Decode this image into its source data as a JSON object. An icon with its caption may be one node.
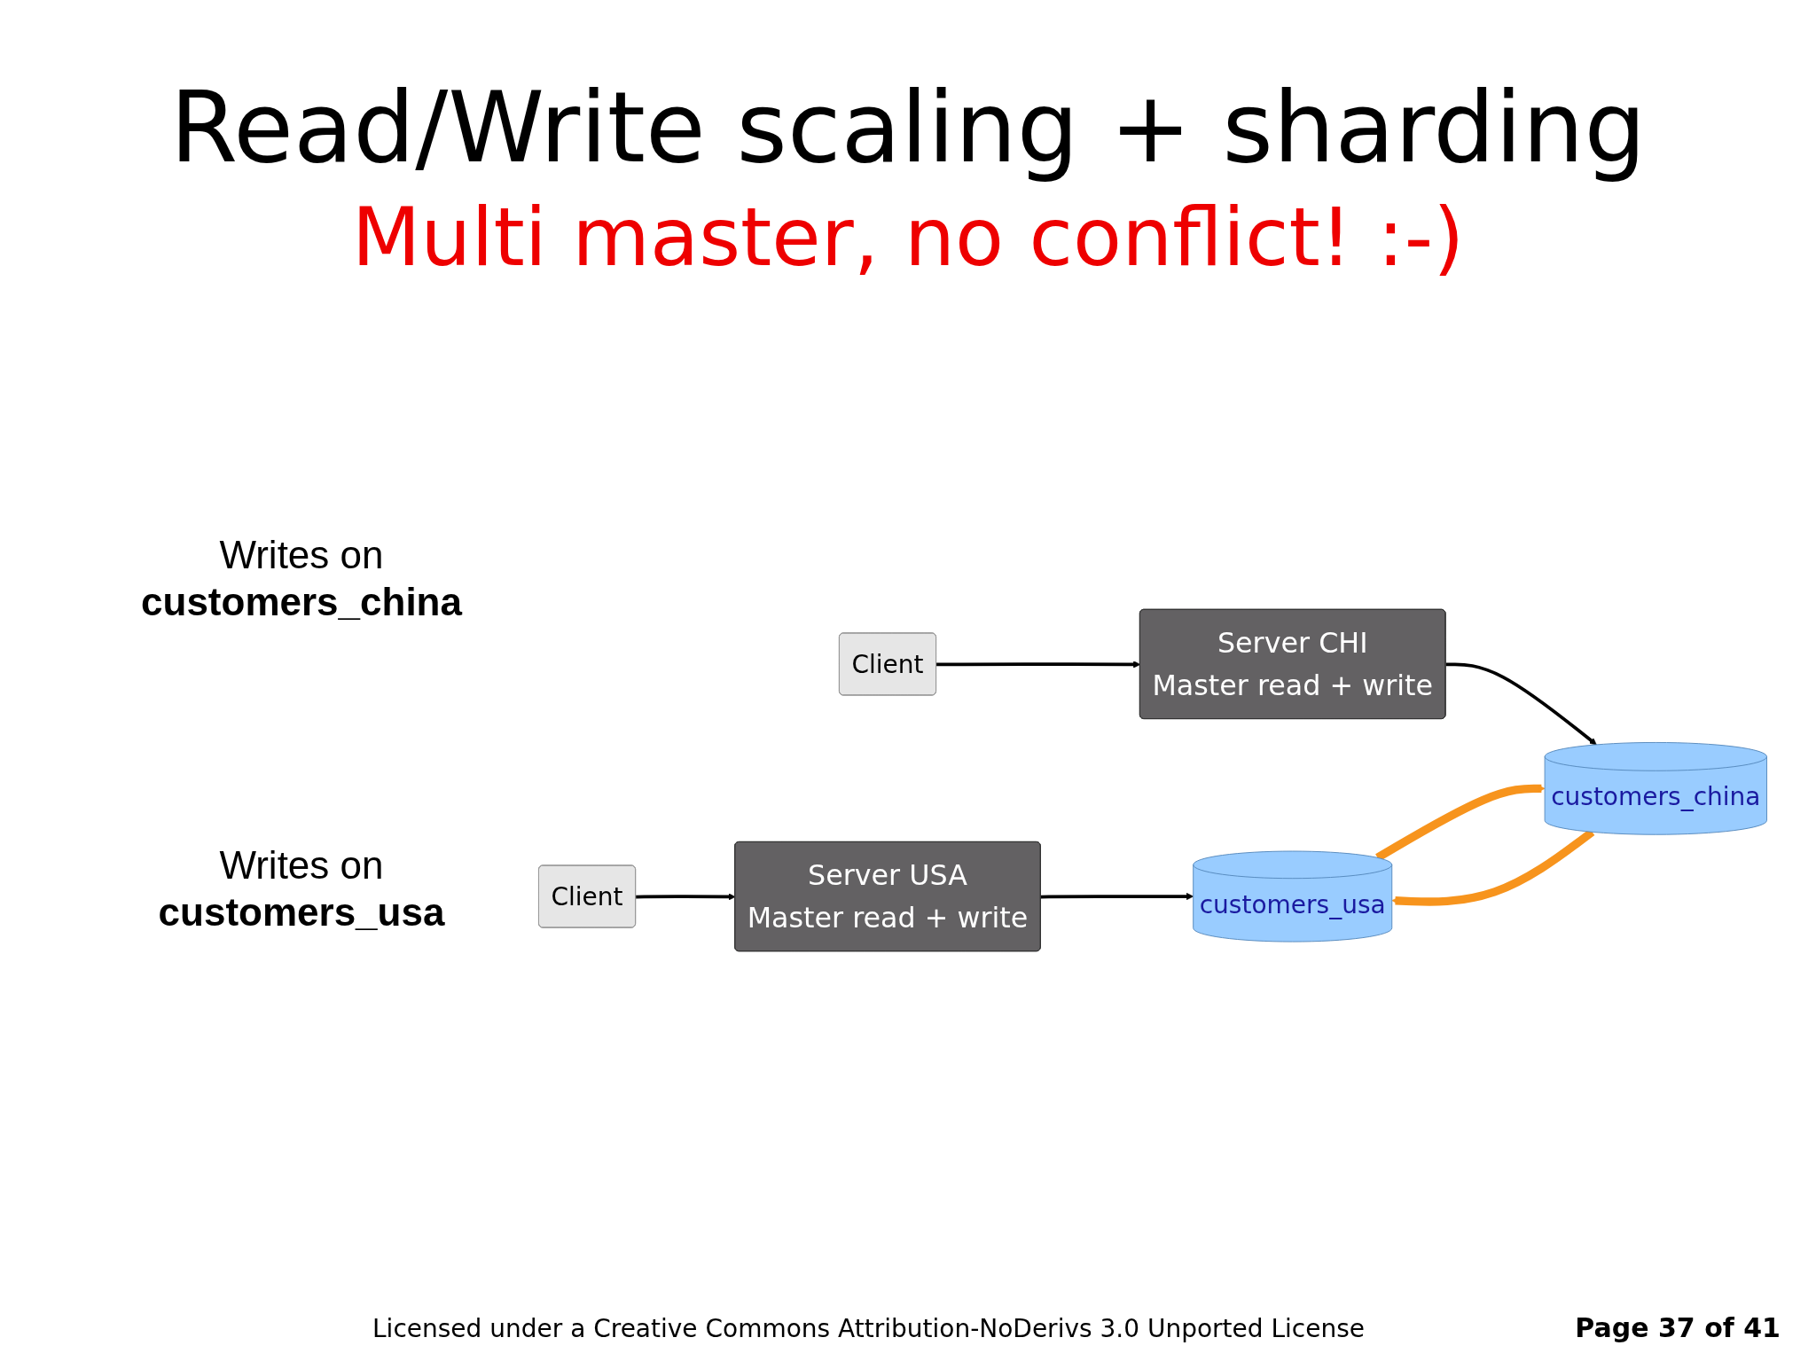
{
  "diagram": {
    "title": "Read/Write scaling + sharding",
    "nodes": [
      {
        "text": [
          "Client"
        ]
      },
      {
        "text": [
          "Server USA",
          "Master read + write"
        ]
      },
      {
        "text": [
          "customers_usa"
        ]
      },
      {
        "text": [
          "Client"
        ]
      },
      {
        "text": [
          "Server CHI",
          "Master read + write"
        ]
      },
      {
        "text": [
          "customers_china"
        ]
      }
    ],
    "edges": [
      {
        "from": 0,
        "to": 1,
        "arrow": "to"
      },
      {
        "from": 1,
        "to": 2,
        "arrow": "to"
      },
      {
        "from": 3,
        "to": 4,
        "arrow": "to"
      },
      {
        "from": 4,
        "to": 5,
        "arrow": "to"
      },
      {
        "from": 2,
        "to": 5,
        "arrow": "to",
        "style": "thick",
        "color": "#f7941d"
      },
      {
        "from": 5,
        "to": 2,
        "arrow": "to",
        "style": "thick",
        "color": "#f7941d"
      }
    ],
    "labels": [
      "Multi master, no conflict! :-)",
      "Writes on **customers_usa**",
      "Writes on **customers_china**",
      "Licensed under a Creative Commons Attribution-NoDerivs 3.0 Unported License",
      "Page 37 of 41"
    ]
  }
}
